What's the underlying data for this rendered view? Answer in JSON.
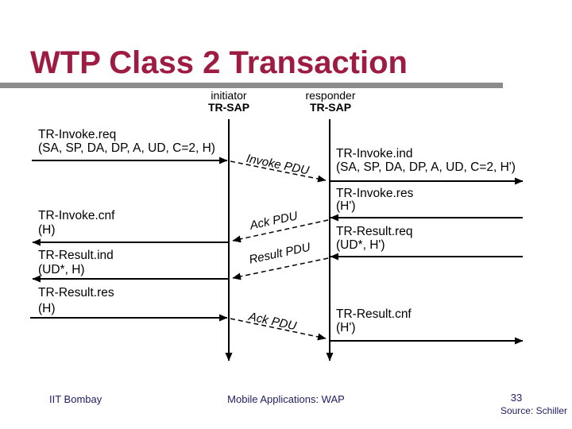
{
  "header": {
    "title": "WTP Class 2 Transaction"
  },
  "diagram": {
    "initiator": {
      "role": "initiator",
      "sap": "TR-SAP"
    },
    "responder": {
      "role": "responder",
      "sap": "TR-SAP"
    },
    "left_events": [
      {
        "name": "TR-Invoke.req",
        "params": "(SA, SP, DA, DP, A, UD, C=2, H)"
      },
      {
        "name": "TR-Invoke.cnf",
        "params": "(H)"
      },
      {
        "name": "TR-Result.ind",
        "params": "(UD*, H)"
      },
      {
        "name": "TR-Result.res",
        "params": "(H)"
      }
    ],
    "right_events": [
      {
        "name": "TR-Invoke.ind",
        "params": "(SA, SP, DA, DP, A, UD, C=2, H')"
      },
      {
        "name": "TR-Invoke.res",
        "params": "(H')"
      },
      {
        "name": "TR-Result.req",
        "params": "(UD*, H')"
      },
      {
        "name": "TR-Result.cnf",
        "params": "(H')"
      }
    ],
    "pdus": [
      "Invoke PDU",
      "Ack PDU",
      "Result PDU",
      "Ack PDU"
    ]
  },
  "footer": {
    "left": "IIT Bombay",
    "center": "Mobile Applications: WAP",
    "page": "33",
    "source": "Source: Schiller"
  },
  "colors": {
    "title": "#9e1b42",
    "rule": "#8c8c8c",
    "footer_text": "#1e1e64",
    "diagram_ink": "#000000"
  }
}
